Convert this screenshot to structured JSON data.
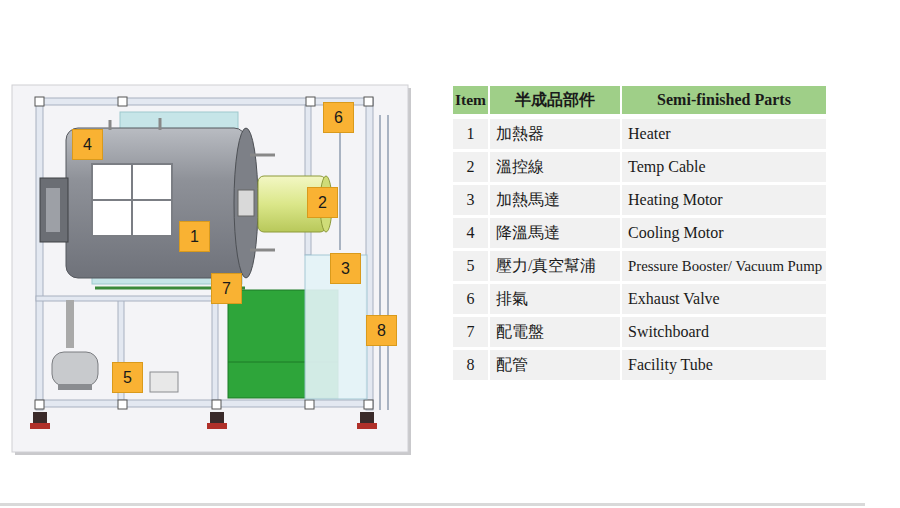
{
  "diagram": {
    "nodes": [
      {
        "text": [
          "6"
        ]
      },
      {
        "text": [
          "4"
        ]
      },
      {
        "text": [
          "2"
        ]
      },
      {
        "text": [
          "1"
        ]
      },
      {
        "text": [
          "3"
        ]
      },
      {
        "text": [
          "7"
        ]
      },
      {
        "text": [
          "8"
        ]
      },
      {
        "text": [
          "5"
        ]
      }
    ],
    "labels": [
      "Item",
      "半成品部件",
      "Semi-finished Parts",
      "1",
      "加熱器",
      "Heater",
      "2",
      "溫控線",
      "Temp Cable",
      "3",
      "加熱馬達",
      "Heating Motor",
      "4",
      "降溫馬達",
      "Cooling Motor",
      "5",
      "壓力/真空幫浦",
      "Pressure Booster/ Vacuum Pump",
      "6",
      "排氣",
      "Exhaust Valve",
      "7",
      "配電盤",
      "Switchboard",
      "8",
      "配管",
      "Facility Tube"
    ]
  }
}
